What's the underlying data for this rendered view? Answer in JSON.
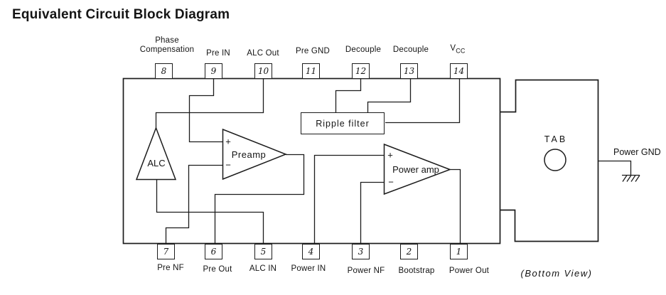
{
  "title": "Equivalent Circuit Block Diagram",
  "pins": {
    "top": [
      {
        "number": "8",
        "label": "Phase Compensation"
      },
      {
        "number": "9",
        "label": "Pre IN"
      },
      {
        "number": "10",
        "label": "ALC Out"
      },
      {
        "number": "11",
        "label": "Pre GND"
      },
      {
        "number": "12",
        "label": "Decouple"
      },
      {
        "number": "13",
        "label": "Decouple"
      },
      {
        "number": "14",
        "label_main": "V",
        "label_sub": "CC"
      }
    ],
    "bottom": [
      {
        "number": "7",
        "label": "Pre NF"
      },
      {
        "number": "6",
        "label": "Pre Out"
      },
      {
        "number": "5",
        "label": "ALC IN"
      },
      {
        "number": "4",
        "label": "Power IN"
      },
      {
        "number": "3",
        "label": "Power NF"
      },
      {
        "number": "2",
        "label": "Bootstrap"
      },
      {
        "number": "1",
        "label": "Power Out"
      }
    ]
  },
  "blocks": {
    "alc": "ALC",
    "preamp": "Preamp",
    "power_amp": "Power amp",
    "ripple_filter": "Ripple filter",
    "tab": "TAB",
    "plus": "+",
    "minus": "−"
  },
  "annotations": {
    "power_gnd": "Power GND",
    "bottom_view": "(Bottom View)"
  },
  "colors": {
    "line": "#1c1c1c",
    "background": "#ffffff"
  }
}
